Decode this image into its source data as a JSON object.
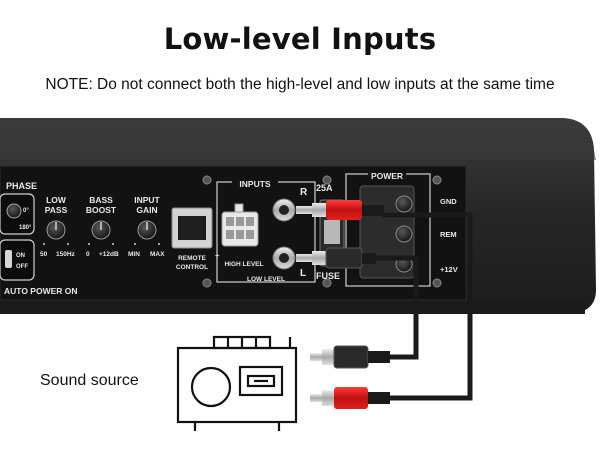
{
  "header": {
    "title": "Low-level Inputs",
    "note": "NOTE: Do not connect both the high-level and low inputs at the same time"
  },
  "amplifier_panel": {
    "phase_label": "PHASE",
    "phase_values": [
      "0°",
      "180°"
    ],
    "auto_power": {
      "on": "ON",
      "off": "OFF",
      "label": "AUTO POWER ON"
    },
    "low_pass": {
      "label_line1": "LOW",
      "label_line2": "PASS",
      "min": "50",
      "max": "150Hz"
    },
    "bass_boost": {
      "label_line1": "BASS",
      "label_line2": "BOOST",
      "min": "0",
      "max": "+12dB"
    },
    "input_gain": {
      "label_line1": "INPUT",
      "label_line2": "GAIN",
      "min": "MIN",
      "max": "MAX"
    },
    "remote_control": {
      "line1": "REMOTE",
      "line2": "CONTROL"
    },
    "inputs_label": "INPUTS",
    "high_level_label": "HIGH LEVEL",
    "low_level_label": "LOW LEVEL",
    "channel_r": "R",
    "channel_l": "L",
    "fuse_rating": "25A",
    "fuse_label": "FUSE",
    "power_label": "POWER",
    "terminal_gnd": "GND",
    "terminal_rem": "REM",
    "terminal_12v": "+12V"
  },
  "sound_source": {
    "label": "Sound source"
  },
  "colors": {
    "chassis": "#2a2a2a",
    "panel": "#141414",
    "rca_red": "#d01a1a",
    "rca_silver": "#c9c9c9",
    "cable": "#1a1a1a"
  }
}
